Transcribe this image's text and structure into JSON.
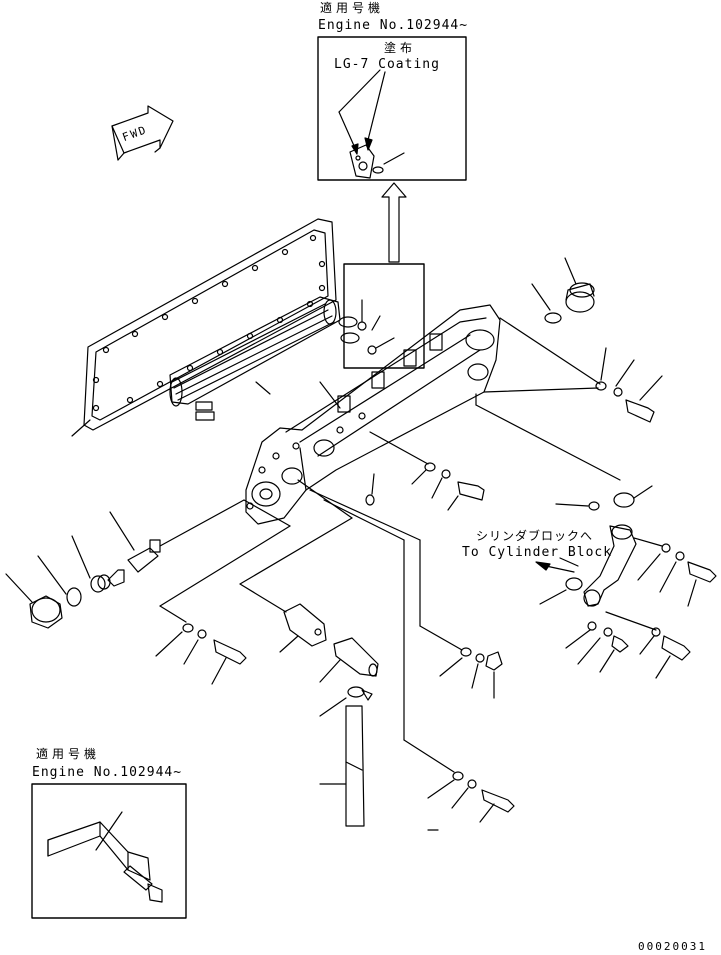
{
  "top_inset": {
    "applicable_label_jp": "適用号機",
    "engine_no_label": "Engine No.102944~",
    "coating_jp": "塗布",
    "coating_label": "LG-7 Coating"
  },
  "fwd_arrow": {
    "label": "FWD"
  },
  "cylinder_note": {
    "label_jp": "シリンダブロックへ",
    "label_en": "To Cylinder Block"
  },
  "bottom_inset": {
    "applicable_label_jp": "適用号機",
    "engine_no_label": "Engine No.102944~"
  },
  "drawing_number": "00020031",
  "colors": {
    "line": "#000000",
    "background": "#ffffff"
  }
}
